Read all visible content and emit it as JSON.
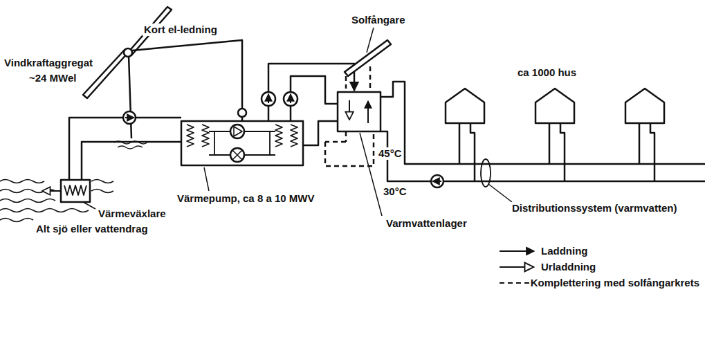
{
  "diagram": {
    "labels": [
      "Kort el-ledning",
      "Solfångare",
      "Vindkraftaggregat",
      "~24 MWel",
      "ca 1000 hus",
      "45°C",
      "30°C",
      "Distributionssystem (varmvatten)",
      "Varmvattenlager",
      "Värmepump, ca 8 a 10 MWV",
      "Värmeväxlare",
      "Alt sjö eller vattendrag"
    ],
    "legend": [
      {
        "text": "Laddning"
      },
      {
        "text": "Urladdning"
      },
      {
        "text": "Komplettering med solfångarkrets"
      }
    ]
  }
}
